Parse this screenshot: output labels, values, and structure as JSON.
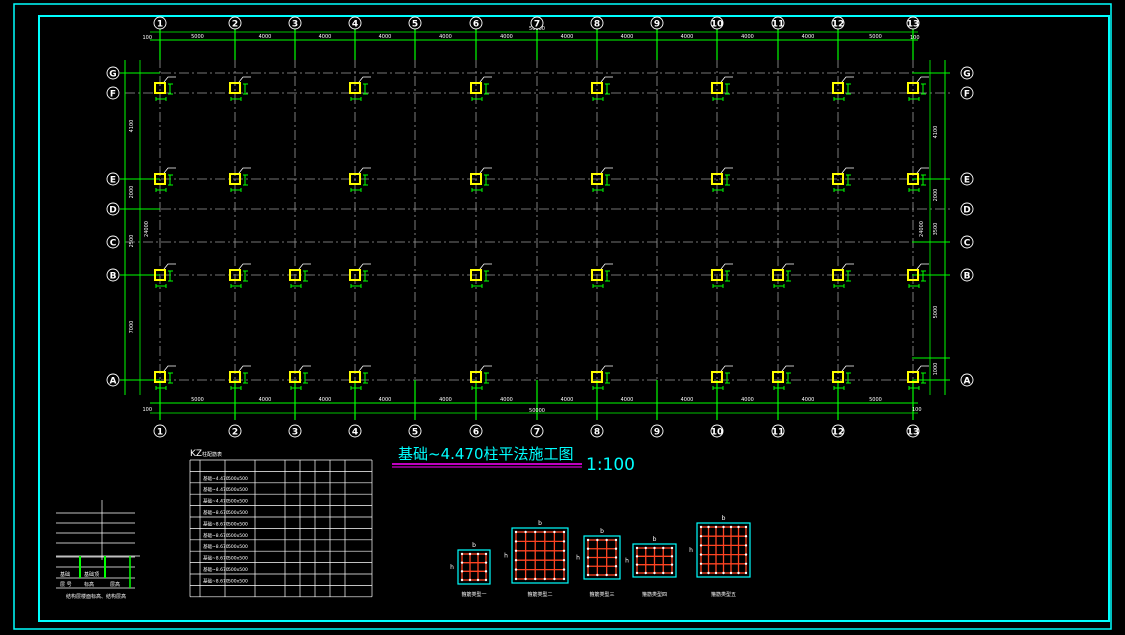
{
  "axes": {
    "columns": [
      "1",
      "2",
      "3",
      "4",
      "5",
      "6",
      "7",
      "8",
      "9",
      "10",
      "11",
      "12",
      "13"
    ],
    "rows": [
      "G",
      "F",
      "E",
      "D",
      "C",
      "B",
      "A"
    ],
    "top_spacings": [
      "5000",
      "4000",
      "4000",
      "4000",
      "4000",
      "4000",
      "4000",
      "4000",
      "4000",
      "4000",
      "4000",
      "5000"
    ],
    "bottom_spacings": [
      "5000",
      "4000",
      "4000",
      "4000",
      "4000",
      "4000",
      "4000",
      "4000",
      "4000",
      "4000",
      "4000",
      "5000"
    ],
    "total_length": "50000",
    "edge_offset": "100",
    "left_spacings": [
      "4100",
      "2000",
      "2500",
      "7000"
    ],
    "left_total": "24000",
    "right_spacings": [
      "4100",
      "2000",
      "3500",
      "5000",
      "1000"
    ],
    "right_total": "24000"
  },
  "title": {
    "text": "基础~4.470柱平法施工图",
    "scale": "1:100",
    "colors": {
      "text": "#00ffff",
      "underline": "#ff00ff",
      "scale": "#00ffff"
    }
  },
  "kz_table": {
    "title": "KZ",
    "title_suffix": "柱配筋表",
    "rows": [
      [
        "基础~4.470",
        "500x500"
      ],
      [
        "基础~4.470",
        "500x500"
      ],
      [
        "基础~4.470",
        "500x500"
      ],
      [
        "基础~8.670",
        "500x500"
      ],
      [
        "基础~8.670",
        "500x500"
      ],
      [
        "基础~8.670",
        "500x500"
      ],
      [
        "基础~8.670",
        "500x500"
      ],
      [
        "基础~8.670",
        "500x500"
      ],
      [
        "基础~8.670",
        "500x500"
      ],
      [
        "基础~8.670",
        "500x500"
      ]
    ]
  },
  "floor_table": {
    "labels": [
      "基础",
      "基础顶",
      "层 号",
      "标高",
      "层高"
    ],
    "footnote": "结构层楼面标高、结构层高"
  },
  "sections": {
    "labels": [
      "箍筋类型一",
      "箍筋类型二",
      "箍筋类型三",
      "箍筋类型四",
      "箍筋类型五"
    ],
    "dim_b": "b",
    "dim_h": "h"
  },
  "colors": {
    "background": "#000000",
    "border": "#00ffff",
    "axis_line": "#9a9a9a",
    "dimension": "#00ff00",
    "column": "#ffff00",
    "rebar": "#ff4422",
    "text": "#ffffff"
  }
}
